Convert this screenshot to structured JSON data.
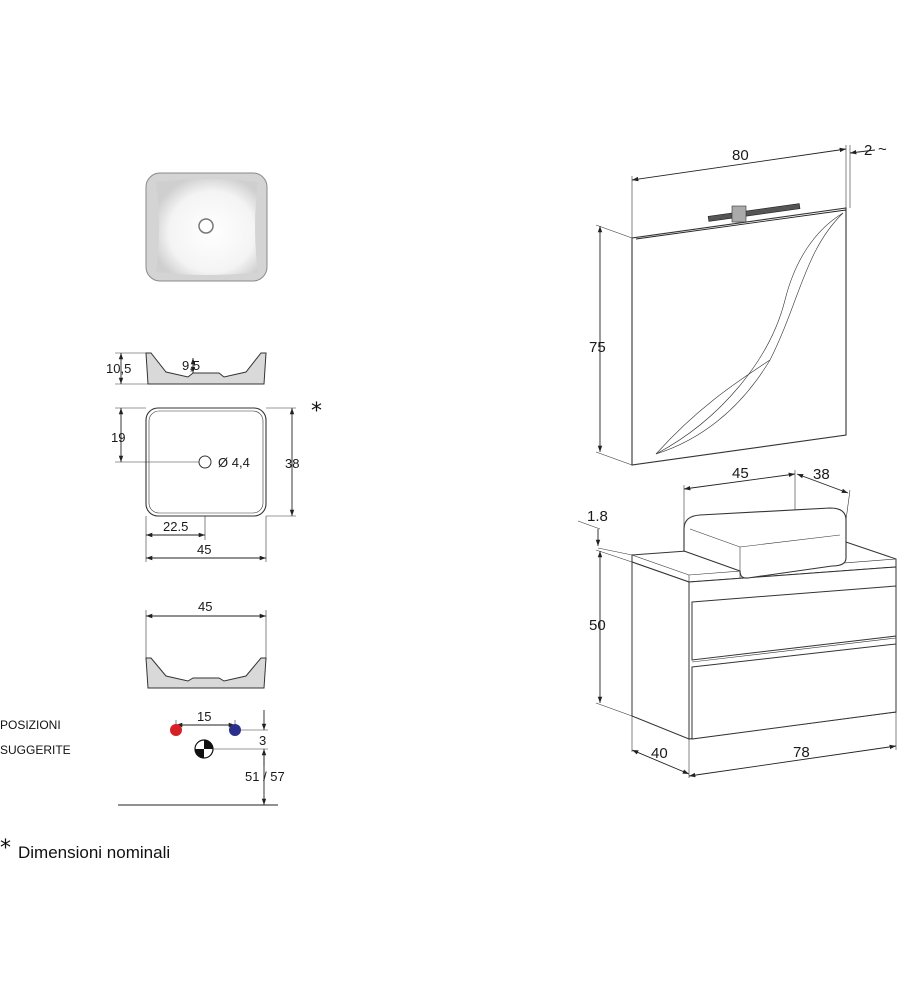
{
  "colors": {
    "hot": "#d61f26",
    "cold": "#2a2f8c",
    "line": "#222222",
    "basin_shade": "#d9d9d9"
  },
  "basin": {
    "side_height": "10,5",
    "depth": "9,5",
    "drain_offset_y": "19",
    "depth_total": "38",
    "drain_diameter": "Ø 4,4",
    "drain_offset_x": "22.5",
    "width": "45",
    "width_side": "45",
    "asterisk": "*"
  },
  "positions": {
    "label_line1": "POSIZIONI",
    "label_line2": "SUGGERITE",
    "tap_spacing": "15",
    "tap_offset": "3",
    "height": "51 / 57"
  },
  "furniture": {
    "mirror_width": "80",
    "mirror_gap": "2",
    "mirror_gap_symbol": "~",
    "mirror_height": "75",
    "basin_width": "45",
    "basin_depth": "38",
    "top_thickness": "1.8",
    "cabinet_height": "50",
    "cabinet_depth": "40",
    "cabinet_width": "78"
  },
  "footnote": {
    "asterisk": "*",
    "text": "Dimensioni nominali"
  }
}
